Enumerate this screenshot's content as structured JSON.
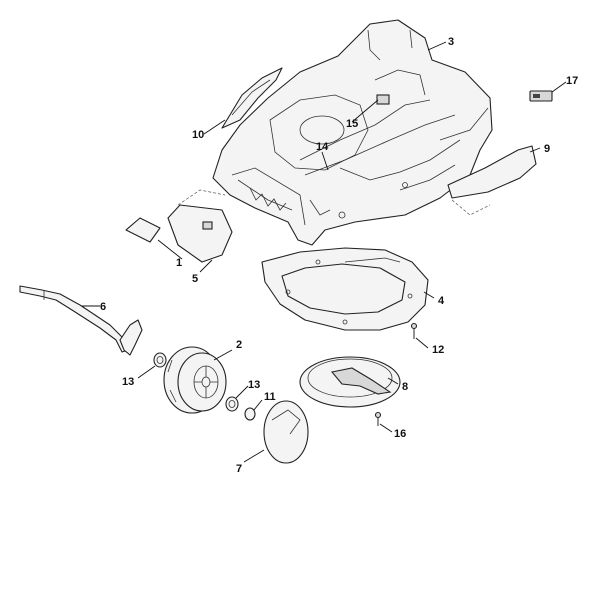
{
  "diagram": {
    "callouts": [
      {
        "id": "1",
        "label": "1"
      },
      {
        "id": "2",
        "label": "2"
      },
      {
        "id": "3",
        "label": "3"
      },
      {
        "id": "4",
        "label": "4"
      },
      {
        "id": "5",
        "label": "5"
      },
      {
        "id": "6",
        "label": "6"
      },
      {
        "id": "7",
        "label": "7"
      },
      {
        "id": "8",
        "label": "8"
      },
      {
        "id": "9",
        "label": "9"
      },
      {
        "id": "10",
        "label": "10"
      },
      {
        "id": "11",
        "label": "11"
      },
      {
        "id": "12",
        "label": "12"
      },
      {
        "id": "13a",
        "label": "13"
      },
      {
        "id": "13b",
        "label": "13"
      },
      {
        "id": "14",
        "label": "14"
      },
      {
        "id": "15",
        "label": "15"
      },
      {
        "id": "16",
        "label": "16"
      },
      {
        "id": "17",
        "label": "17"
      }
    ],
    "colors": {
      "line": "#222222",
      "fill": "#f4f4f4",
      "background": "#ffffff"
    }
  }
}
